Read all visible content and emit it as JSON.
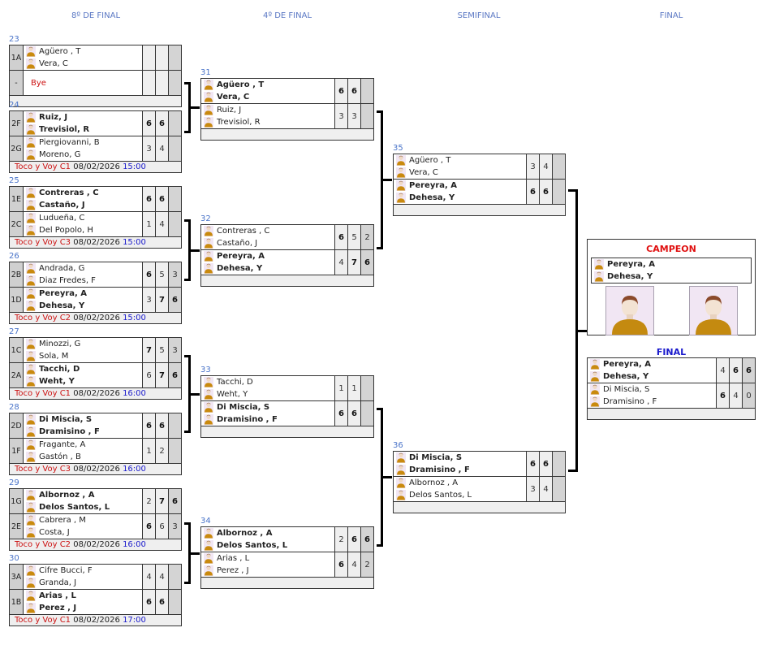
{
  "rounds": [
    "8º DE FINAL",
    "4º DE FINAL",
    "SEMIFINAL",
    "FINAL"
  ],
  "colors": {
    "court": "#cc1111",
    "time": "#1a1acc",
    "header": "#5b78c4",
    "champion_title": "#e01010",
    "final_title": "#1a1acc"
  },
  "player_icon": "person-icon",
  "round_of_16": [
    {
      "number": "23",
      "teams": [
        {
          "seed": "1A",
          "players": [
            "Agüero , T",
            "Vera, C"
          ],
          "winner": false,
          "scores": [
            "",
            "",
            ""
          ],
          "won_sets": [
            false,
            false,
            false
          ]
        },
        {
          "seed": "-",
          "bye": "Bye",
          "players": [],
          "winner": false,
          "scores": [
            "",
            "",
            ""
          ],
          "won_sets": [
            false,
            false,
            false
          ]
        }
      ],
      "court": "",
      "date": "",
      "time": ""
    },
    {
      "number": "24",
      "teams": [
        {
          "seed": "2F",
          "players": [
            "Ruiz, J",
            "Trevisiol, R"
          ],
          "winner": true,
          "scores": [
            "6",
            "6",
            ""
          ],
          "won_sets": [
            true,
            true,
            false
          ]
        },
        {
          "seed": "2G",
          "players": [
            "Piergiovanni, B",
            "Moreno, G"
          ],
          "winner": false,
          "scores": [
            "3",
            "4",
            ""
          ],
          "won_sets": [
            false,
            false,
            false
          ]
        }
      ],
      "court": "Toco y Voy C1",
      "date": "08/02/2026",
      "time": "15:00"
    },
    {
      "number": "25",
      "teams": [
        {
          "seed": "1E",
          "players": [
            "Contreras , C",
            "Castaño, J"
          ],
          "winner": true,
          "scores": [
            "6",
            "6",
            ""
          ],
          "won_sets": [
            true,
            true,
            false
          ]
        },
        {
          "seed": "2C",
          "players": [
            "Ludueña, C",
            "Del Popolo, H"
          ],
          "winner": false,
          "scores": [
            "1",
            "4",
            ""
          ],
          "won_sets": [
            false,
            false,
            false
          ]
        }
      ],
      "court": "Toco y Voy C3",
      "date": "08/02/2026",
      "time": "15:00"
    },
    {
      "number": "26",
      "teams": [
        {
          "seed": "2B",
          "players": [
            "Andrada, G",
            "Diaz Fredes, F"
          ],
          "winner": false,
          "scores": [
            "6",
            "5",
            "3"
          ],
          "won_sets": [
            true,
            false,
            false
          ]
        },
        {
          "seed": "1D",
          "players": [
            "Pereyra, A",
            "Dehesa, Y"
          ],
          "winner": true,
          "scores": [
            "3",
            "7",
            "6"
          ],
          "won_sets": [
            false,
            true,
            true
          ]
        }
      ],
      "court": "Toco y Voy C2",
      "date": "08/02/2026",
      "time": "15:00"
    },
    {
      "number": "27",
      "teams": [
        {
          "seed": "1C",
          "players": [
            "Minozzi, G",
            "Sola, M"
          ],
          "winner": false,
          "scores": [
            "7",
            "5",
            "3"
          ],
          "won_sets": [
            true,
            false,
            false
          ]
        },
        {
          "seed": "2A",
          "players": [
            "Tacchi, D",
            "Weht, Y"
          ],
          "winner": true,
          "scores": [
            "6",
            "7",
            "6"
          ],
          "won_sets": [
            false,
            true,
            true
          ]
        }
      ],
      "court": "Toco y Voy C1",
      "date": "08/02/2026",
      "time": "16:00"
    },
    {
      "number": "28",
      "teams": [
        {
          "seed": "2D",
          "players": [
            "Di Miscia, S",
            "Dramisino , F"
          ],
          "winner": true,
          "scores": [
            "6",
            "6",
            ""
          ],
          "won_sets": [
            true,
            true,
            false
          ]
        },
        {
          "seed": "1F",
          "players": [
            "Fragante, A",
            "Gastón , B"
          ],
          "winner": false,
          "scores": [
            "1",
            "2",
            ""
          ],
          "won_sets": [
            false,
            false,
            false
          ]
        }
      ],
      "court": "Toco y Voy C3",
      "date": "08/02/2026",
      "time": "16:00"
    },
    {
      "number": "29",
      "teams": [
        {
          "seed": "1G",
          "players": [
            "Albornoz , A",
            "Delos Santos, L"
          ],
          "winner": true,
          "scores": [
            "2",
            "7",
            "6"
          ],
          "won_sets": [
            false,
            true,
            true
          ]
        },
        {
          "seed": "2E",
          "players": [
            "Cabrera , M",
            "Costa, J"
          ],
          "winner": false,
          "scores": [
            "6",
            "6",
            "3"
          ],
          "won_sets": [
            true,
            false,
            false
          ]
        }
      ],
      "court": "Toco y Voy C2",
      "date": "08/02/2026",
      "time": "16:00"
    },
    {
      "number": "30",
      "teams": [
        {
          "seed": "3A",
          "players": [
            "Cifre Bucci, F",
            "Granda, J"
          ],
          "winner": false,
          "scores": [
            "4",
            "4",
            ""
          ],
          "won_sets": [
            false,
            false,
            false
          ]
        },
        {
          "seed": "1B",
          "players": [
            "Arias , L",
            "Perez , J"
          ],
          "winner": true,
          "scores": [
            "6",
            "6",
            ""
          ],
          "won_sets": [
            true,
            true,
            false
          ]
        }
      ],
      "court": "Toco y Voy C1",
      "date": "08/02/2026",
      "time": "17:00"
    }
  ],
  "quarterfinals": [
    {
      "number": "31",
      "teams": [
        {
          "players": [
            "Agüero , T",
            "Vera, C"
          ],
          "winner": true,
          "scores": [
            "6",
            "6",
            ""
          ],
          "won_sets": [
            true,
            true,
            false
          ]
        },
        {
          "players": [
            "Ruiz, J",
            "Trevisiol, R"
          ],
          "winner": false,
          "scores": [
            "3",
            "3",
            ""
          ],
          "won_sets": [
            false,
            false,
            false
          ]
        }
      ]
    },
    {
      "number": "32",
      "teams": [
        {
          "players": [
            "Contreras , C",
            "Castaño, J"
          ],
          "winner": false,
          "scores": [
            "6",
            "5",
            "2"
          ],
          "won_sets": [
            true,
            false,
            false
          ]
        },
        {
          "players": [
            "Pereyra, A",
            "Dehesa, Y"
          ],
          "winner": true,
          "scores": [
            "4",
            "7",
            "6"
          ],
          "won_sets": [
            false,
            true,
            true
          ]
        }
      ]
    },
    {
      "number": "33",
      "teams": [
        {
          "players": [
            "Tacchi, D",
            "Weht, Y"
          ],
          "winner": false,
          "scores": [
            "1",
            "1",
            ""
          ],
          "won_sets": [
            false,
            false,
            false
          ]
        },
        {
          "players": [
            "Di Miscia, S",
            "Dramisino , F"
          ],
          "winner": true,
          "scores": [
            "6",
            "6",
            ""
          ],
          "won_sets": [
            true,
            true,
            false
          ]
        }
      ]
    },
    {
      "number": "34",
      "teams": [
        {
          "players": [
            "Albornoz , A",
            "Delos Santos, L"
          ],
          "winner": true,
          "scores": [
            "2",
            "6",
            "6"
          ],
          "won_sets": [
            false,
            true,
            true
          ]
        },
        {
          "players": [
            "Arias , L",
            "Perez , J"
          ],
          "winner": false,
          "scores": [
            "6",
            "4",
            "2"
          ],
          "won_sets": [
            true,
            false,
            false
          ]
        }
      ]
    }
  ],
  "semifinals": [
    {
      "number": "35",
      "teams": [
        {
          "players": [
            "Agüero , T",
            "Vera, C"
          ],
          "winner": false,
          "scores": [
            "3",
            "4",
            ""
          ],
          "won_sets": [
            false,
            false,
            false
          ]
        },
        {
          "players": [
            "Pereyra, A",
            "Dehesa, Y"
          ],
          "winner": true,
          "scores": [
            "6",
            "6",
            ""
          ],
          "won_sets": [
            true,
            true,
            false
          ]
        }
      ]
    },
    {
      "number": "36",
      "teams": [
        {
          "players": [
            "Di Miscia, S",
            "Dramisino , F"
          ],
          "winner": true,
          "scores": [
            "6",
            "6",
            ""
          ],
          "won_sets": [
            true,
            true,
            false
          ]
        },
        {
          "players": [
            "Albornoz , A",
            "Delos Santos, L"
          ],
          "winner": false,
          "scores": [
            "3",
            "4",
            ""
          ],
          "won_sets": [
            false,
            false,
            false
          ]
        }
      ]
    }
  ],
  "champion": {
    "title": "CAMPEON",
    "players": [
      "Pereyra, A",
      "Dehesa, Y"
    ],
    "avatar_icon": "player-avatar"
  },
  "final": {
    "title": "FINAL",
    "teams": [
      {
        "players": [
          "Pereyra, A",
          "Dehesa, Y"
        ],
        "winner": true,
        "scores": [
          "4",
          "6",
          "6"
        ],
        "won_sets": [
          false,
          true,
          true
        ]
      },
      {
        "players": [
          "Di Miscia, S",
          "Dramisino , F"
        ],
        "winner": false,
        "scores": [
          "6",
          "4",
          "0"
        ],
        "won_sets": [
          true,
          false,
          false
        ]
      }
    ]
  }
}
